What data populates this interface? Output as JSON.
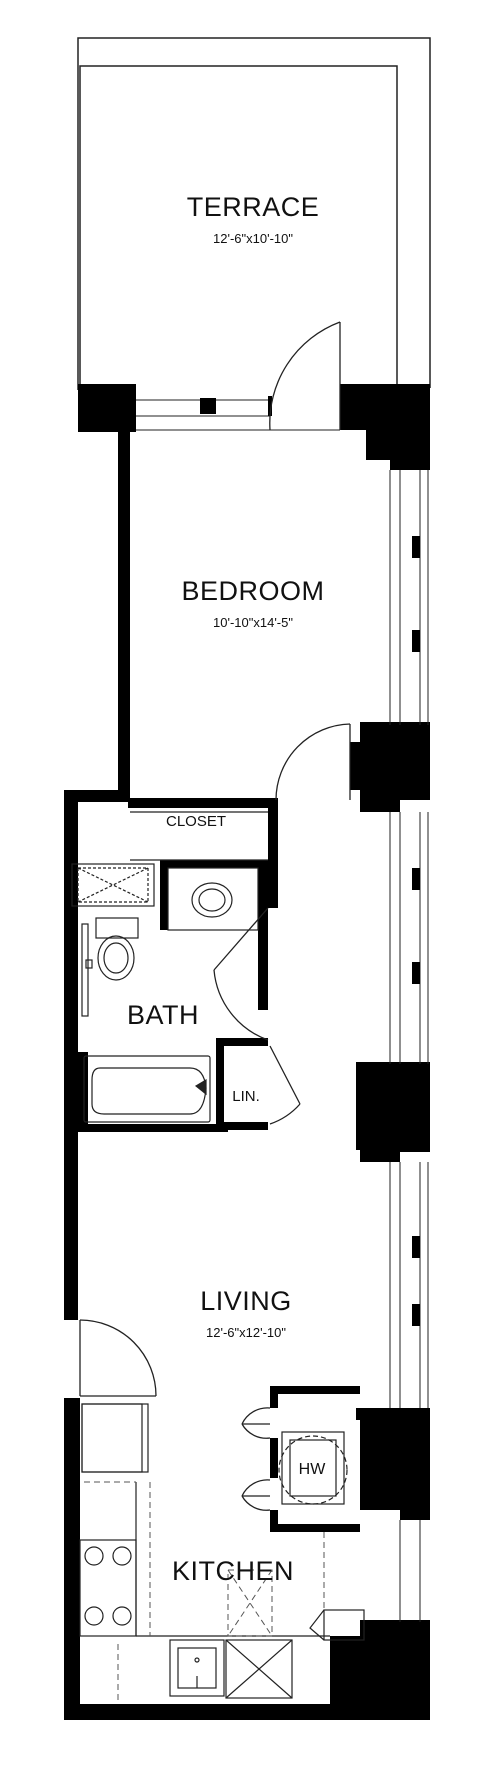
{
  "rooms": {
    "terrace": {
      "name": "TERRACE",
      "dims": "12'-6\"x10'-10\""
    },
    "bedroom": {
      "name": "BEDROOM",
      "dims": "10'-10\"x14'-5\""
    },
    "living": {
      "name": "LIVING",
      "dims": "12'-6\"x12'-10\""
    },
    "bath": {
      "name": "BATH"
    },
    "kitchen": {
      "name": "KITCHEN"
    },
    "closet": {
      "name": "CLOSET"
    },
    "linen": {
      "name": "LIN."
    },
    "water_heater": {
      "name": "HW"
    }
  },
  "colors": {
    "wall": "#000000",
    "line": "#222222",
    "dashed": "#555555",
    "background": "#ffffff"
  }
}
